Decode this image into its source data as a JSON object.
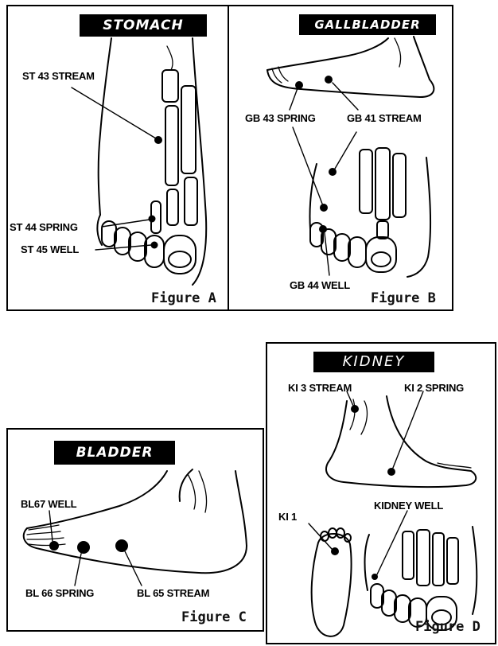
{
  "figures": {
    "a": {
      "title": "STOMACH",
      "caption": "Figure A",
      "points": [
        "ST 43 STREAM",
        "ST 44 SPRING",
        "ST 45 WELL"
      ]
    },
    "b": {
      "title": "GALLBLADDER",
      "caption": "Figure B",
      "points": [
        "GB 43 SPRING",
        "GB 41 STREAM",
        "GB 44 WELL"
      ]
    },
    "c": {
      "title": "BLADDER",
      "caption": "Figure C",
      "points": [
        "BL67 WELL",
        "BL 66 SPRING",
        "BL 65 STREAM"
      ]
    },
    "d": {
      "title": "KIDNEY",
      "caption": "Figure D",
      "points": [
        "KI 3 STREAM",
        "KI 2 SPRING",
        "KI 1",
        "KIDNEY WELL"
      ]
    }
  }
}
